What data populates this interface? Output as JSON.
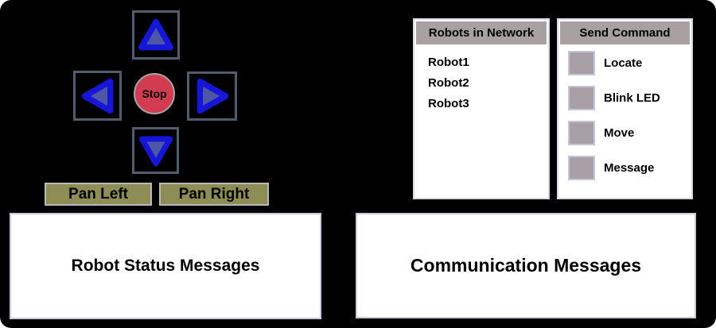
{
  "dpad": {
    "stop_label": "Stop"
  },
  "pan": {
    "left_label": "Pan Left",
    "right_label": "Pan Right"
  },
  "robots_panel": {
    "title": "Robots in Network",
    "robots": [
      "Robot1",
      "Robot2",
      "Robot3"
    ]
  },
  "command_panel": {
    "title": "Send Command",
    "commands": [
      "Locate",
      "Blink LED",
      "Move",
      "Message"
    ]
  },
  "status_panel": {
    "label": "Robot Status Messages"
  },
  "comm_panel": {
    "label": "Communication Messages"
  },
  "colors": {
    "background": "#000000",
    "arrow_stroke": "#1616d9",
    "arrow_fill": "#4d57a6",
    "button_frame": "#535c6f",
    "stop_red": "#d23c50",
    "pan_olive": "#8e8d55",
    "panel_header_gray": "#a9a1a1",
    "command_button_gray": "#a8a0a4",
    "panel_white": "#ffffff"
  }
}
